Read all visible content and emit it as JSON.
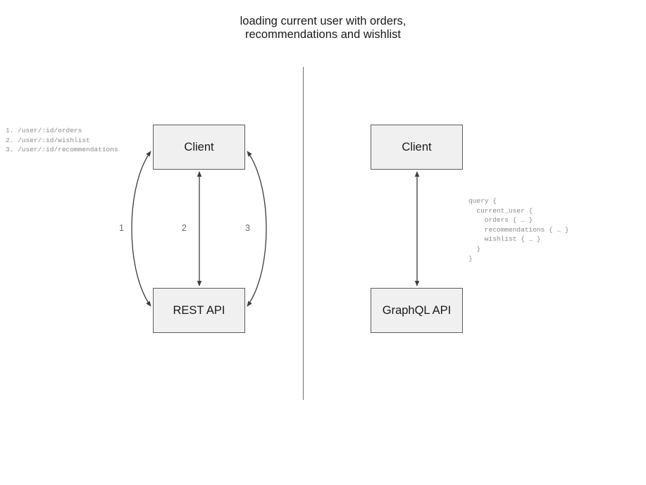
{
  "title": "loading current user with orders,\nrecommendations and wishlist",
  "divider": {
    "orientation": "vertical"
  },
  "rest_side": {
    "client_label": "Client",
    "api_label": "REST API",
    "endpoints": "1. /user/:id/orders\n2. /user/:id/wishlist\n3. /user/:id/recommendations",
    "edges": [
      {
        "id": "1",
        "label": "1",
        "shape": "curve-left",
        "direction": "bidirectional"
      },
      {
        "id": "2",
        "label": "2",
        "shape": "straight",
        "direction": "bidirectional"
      },
      {
        "id": "3",
        "label": "3",
        "shape": "curve-right",
        "direction": "bidirectional"
      }
    ]
  },
  "graphql_side": {
    "client_label": "Client",
    "api_label": "GraphQL API",
    "query": "query {\n  current_user {\n    orders { … }\n    recommendations { … }\n    wishlist { … }\n  }\n}",
    "edges": [
      {
        "id": "gql",
        "label": "",
        "shape": "straight",
        "direction": "bidirectional"
      }
    ]
  },
  "colors": {
    "background": "#ffffff",
    "node_fill": "#f0f0f0",
    "node_border": "#5c5c5c",
    "edge": "#3c3c3c",
    "divider": "#6e6e6e",
    "title_text": "#1a1a1a",
    "code_text": "#8a8a8a",
    "edge_label_text": "#6a6a6a"
  }
}
